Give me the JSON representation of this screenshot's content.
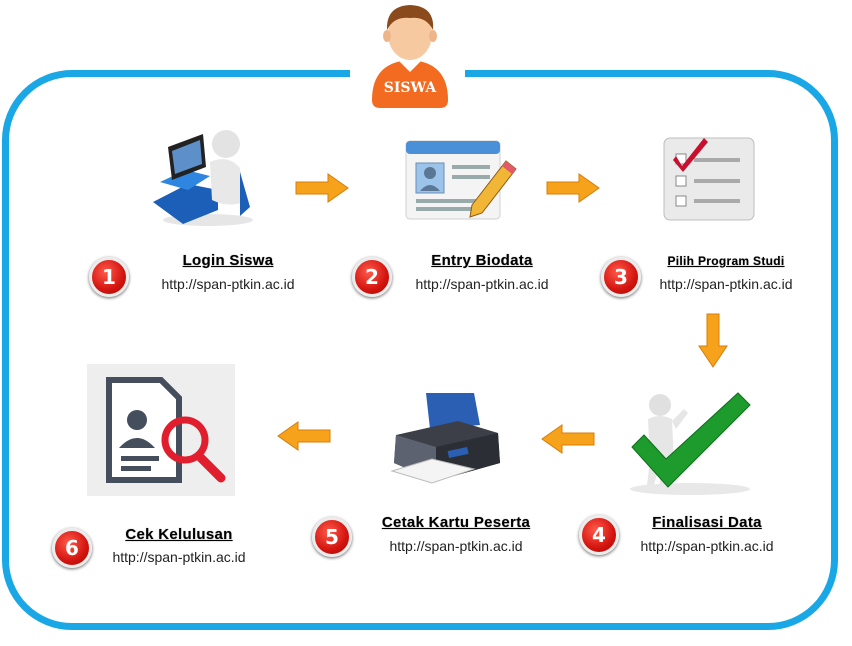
{
  "header": {
    "role_label": "SISWA"
  },
  "steps": [
    {
      "number": "1",
      "title": "Login Siswa",
      "url": "http://span-ptkin.ac.id"
    },
    {
      "number": "2",
      "title": "Entry Biodata",
      "url": "http://span-ptkin.ac.id"
    },
    {
      "number": "3",
      "title": "Pilih Program Studi",
      "url": "http://span-ptkin.ac.id"
    },
    {
      "number": "4",
      "title": "Finalisasi Data",
      "url": "http://span-ptkin.ac.id"
    },
    {
      "number": "5",
      "title": "Cetak Kartu Peserta",
      "url": "http://span-ptkin.ac.id"
    },
    {
      "number": "6",
      "title": "Cek Kelulusan",
      "url": "http://span-ptkin.ac.id"
    }
  ],
  "colors": {
    "frame": "#1aa7e6",
    "arrow": "#f7a21b",
    "badge": "#d3140f",
    "person": "#f26b21"
  }
}
